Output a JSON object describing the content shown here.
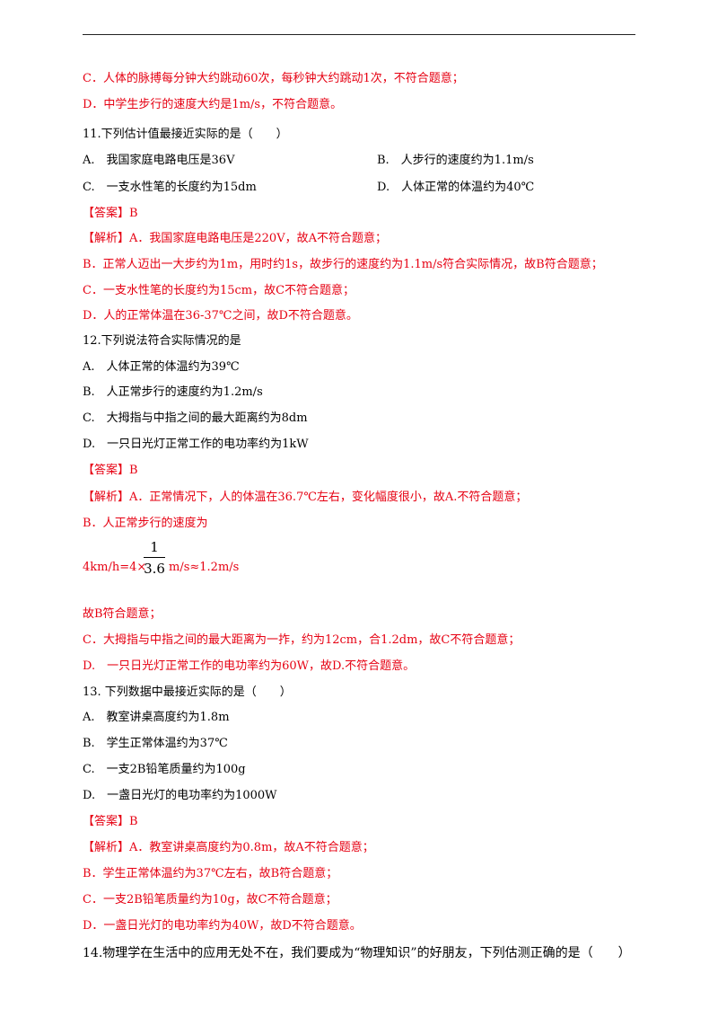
{
  "lines": {
    "l1": "C．人体的脉搏每分钟大约跳动60次，每秒钟大约跳动1次，不符合题意；",
    "l2": "D．中学生步行的速度大约是1m/s，不符合题意。",
    "q11": "11.下列估计值最接近实际的是（　　）",
    "q11a": "A.　我国家庭电路电压是36V",
    "q11b": "B.　人步行的速度约为1.1m/s",
    "q11c": "C.　一支水性笔的长度约为15dm",
    "q11d": "D.　人体正常的体温约为40℃",
    "ans11": "【答案】B",
    "exp11a": "【解析】A．我国家庭电路电压是220V，故A不符合题意；",
    "exp11b": "B．正常人迈出一大步约为1m，用时约1s，故步行的速度约为1.1m/s符合实际情况，故B符合题意；",
    "exp11c": "C．一支水性笔的长度约为15cm，故C不符合题意；",
    "exp11d": "D．人的正常体温在36-37℃之间，故D不符合题意。",
    "q12": "12.下列说法符合实际情况的是",
    "q12a": "A.　人体正常的体温约为39℃",
    "q12b": "B.　人正常步行的速度约为1.2m/s",
    "q12c": "C.　大拇指与中指之间的最大距离约为8dm",
    "q12d": "D.　一只日光灯正常工作的电功率约为1kW",
    "ans12": "【答案】B",
    "exp12a": "【解析】A．正常情况下，人的体温在36.7℃左右，变化幅度很小，故A.不符合题意；",
    "exp12b": "B．人正常步行的速度为",
    "formula_left": "4km/h=4×",
    "formula_num": "1",
    "formula_den": "3.6",
    "formula_right": "m/s≈1.2m/s",
    "exp12b2": "故B符合题意；",
    "exp12c": "C．大拇指与中指之间的最大距离为一拃，约为12cm，合1.2dm，故C不符合题意；",
    "exp12d": "D.　一只日光灯正常工作的电功率约为60W，故D.不符合题意。",
    "q13": "13.  下列数据中最接近实际的是（　　）",
    "q13a": "A.　教室讲桌高度约为1.8m",
    "q13b": "B.　学生正常体温约为37℃",
    "q13c": "C.　一支2B铅笔质量约为100g",
    "q13d": "D.　一盏日光灯的电功率约为1000W",
    "ans13": "【答案】B",
    "exp13a": "【解析】A．教室讲桌高度约为0.8m，故A不符合题意；",
    "exp13b": "B．学生正常体温约为37℃左右，故B符合题意；",
    "exp13c": "C．一支2B铅笔质量约为10g，故C不符合题意；",
    "exp13d": "D．一盏日光灯的电功率约为40W，故D不符合题意。",
    "q14": "14.物理学在生活中的应用无处不在，我们要成为“物理知识”的好朋友，下列估测正确的是（　　）"
  },
  "colors": {
    "answer_red": "#e60012",
    "text": "#000000"
  }
}
